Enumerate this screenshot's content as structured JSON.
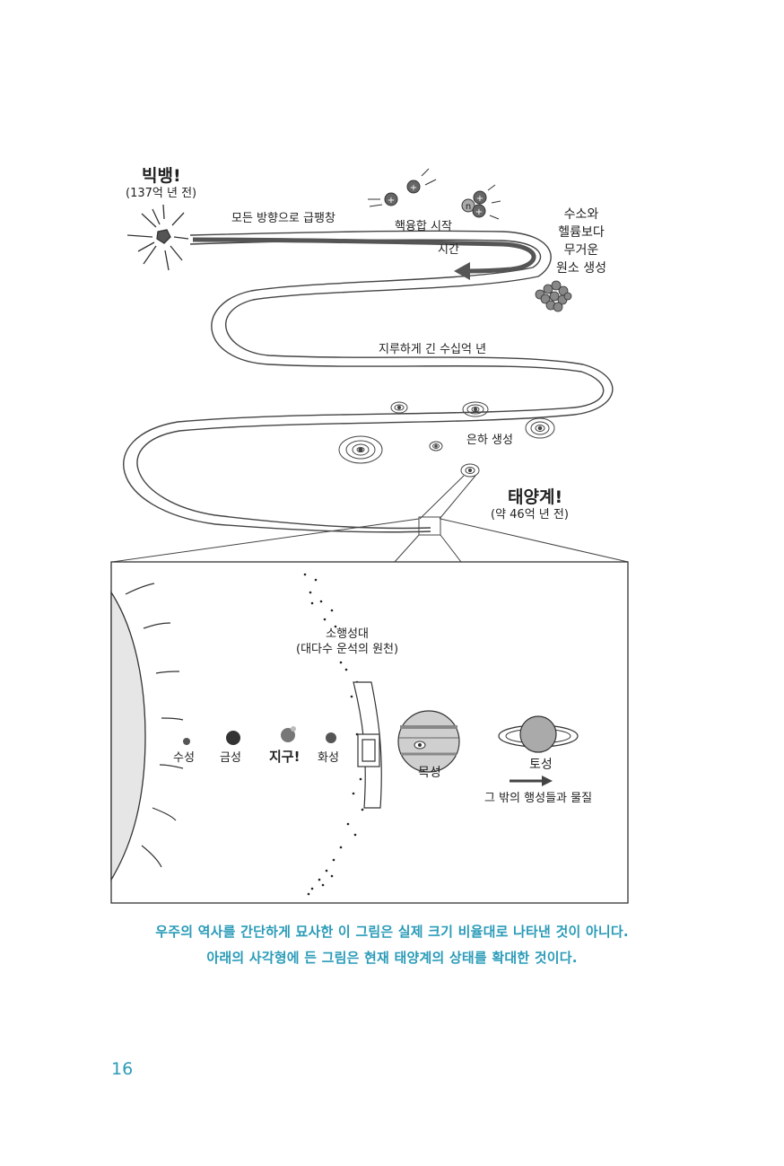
{
  "diagram": {
    "big_bang": {
      "title": "빅뱅!",
      "time": "(137억 년 전)"
    },
    "expansion_label": "모든 방향으로 급팽창",
    "fusion_label": "핵융합 시작",
    "time_label": "시간",
    "heavy_elements_label": [
      "수소와",
      "헬륨보다",
      "무거운",
      "원소 생성"
    ],
    "boring_label": "지루하게 긴 수십억 년",
    "galaxy_label": "은하 생성",
    "solar_system": {
      "title": "태양계!",
      "time": "(약 46억 년 전)"
    },
    "asteroid_belt": {
      "title": "소행성대",
      "subtitle": "(대다수 운석의 원천)"
    },
    "planets": [
      "수성",
      "금성",
      "지구!",
      "화성",
      "목성",
      "토성"
    ],
    "beyond_label": "그 밖의 행성들과 물질",
    "particle_symbols": {
      "proton": "+",
      "neutron": "n"
    }
  },
  "caption": {
    "line1": "우주의 역사를 간단하게 묘사한 이 그림은 실제 크기 비율대로 나타낸 것이 아니다.",
    "line2": "아래의 사각형에 든 그림은 현재 태양계의 상태를 확대한 것이다."
  },
  "page_number": "16"
}
